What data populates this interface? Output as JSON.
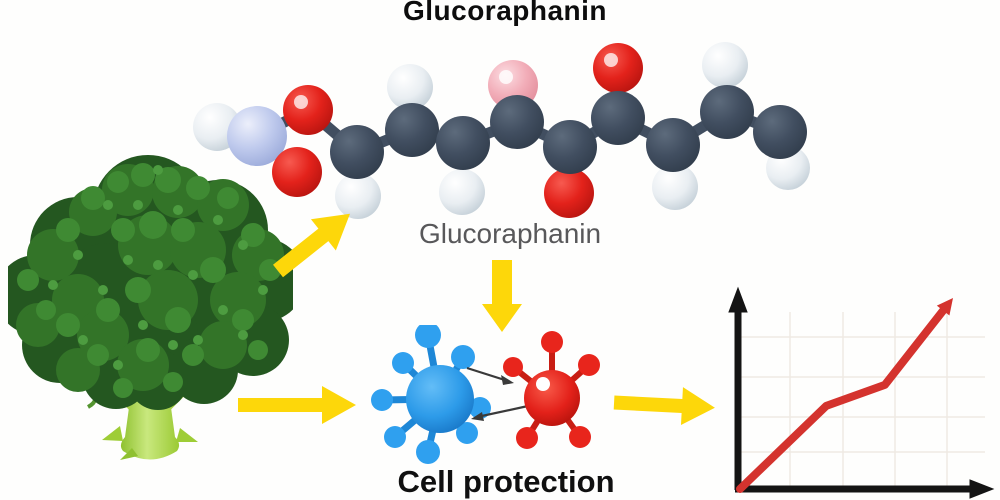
{
  "header": {
    "title": "Glucoraphanin"
  },
  "molecule": {
    "caption": "Glucoraphanin",
    "atom_colors": {
      "carbon": "#414E60",
      "hydrogen": "#EDF2F6",
      "oxygen": "#E3221B",
      "nitrogen": "#BFCAED",
      "oxygen_pink": "#F2AEB9"
    }
  },
  "cells": {
    "caption": "Cell protection",
    "blue_cell_color": "#2D9BE9",
    "red_cell_color": "#E3211A"
  },
  "arrows": {
    "color": "#FDD70A"
  },
  "broccoli": {
    "head_color": "#2B6325",
    "stalk_color": "#A6D145"
  },
  "chart_data": {
    "type": "line",
    "title": "",
    "xlabel": "",
    "ylabel": "",
    "x_frac": [
      0,
      0.405,
      0.68,
      1
    ],
    "y_frac": [
      0,
      0.435,
      0.545,
      1
    ],
    "line_color": "#D4332E",
    "axis_color": "#141414",
    "grid": true,
    "legend": "none",
    "tick_labels": "none"
  }
}
